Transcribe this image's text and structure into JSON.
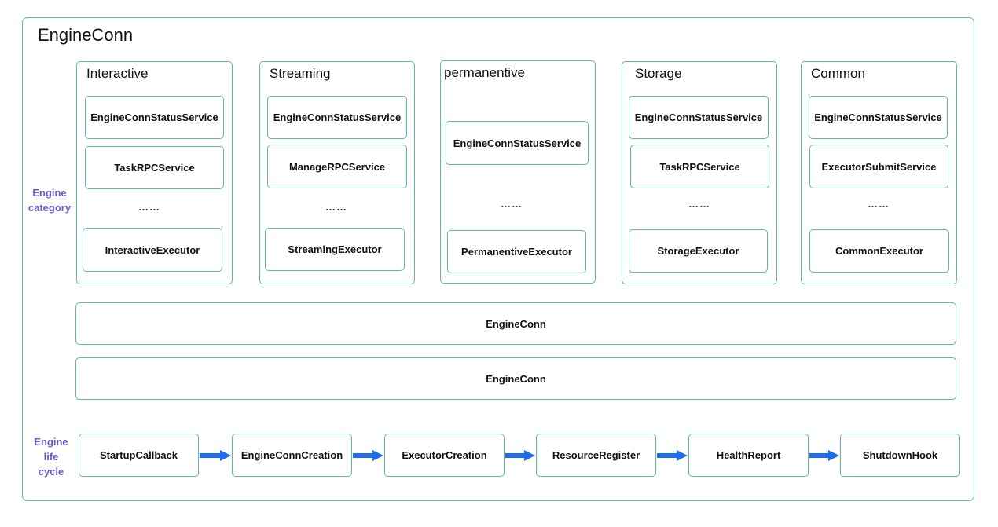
{
  "title": "EngineConn",
  "engine_category_label": [
    "Engine",
    "category"
  ],
  "engine_lifecycle_label": [
    "Engine",
    "life",
    "cycle"
  ],
  "categories": [
    {
      "title": "Interactive",
      "services": [
        "EngineConnStatusService",
        "TaskRPCService"
      ],
      "ellipsis": "……",
      "executor": "InteractiveExecutor"
    },
    {
      "title": "Streaming",
      "services": [
        "EngineConnStatusService",
        "ManageRPCService"
      ],
      "ellipsis": "……",
      "executor": "StreamingExecutor"
    },
    {
      "title": "permanentive",
      "services": [
        "EngineConnStatusService"
      ],
      "ellipsis": "……",
      "executor": "PermanentiveExecutor"
    },
    {
      "title": "Storage",
      "services": [
        "EngineConnStatusService",
        "TaskRPCService"
      ],
      "ellipsis": "……",
      "executor": "StorageExecutor"
    },
    {
      "title": "Common",
      "services": [
        "EngineConnStatusService",
        "ExecutorSubmitService"
      ],
      "ellipsis": "……",
      "executor": "CommonExecutor"
    }
  ],
  "layers": [
    "EngineConn",
    "EngineConn"
  ],
  "lifecycle": [
    "StartupCallback",
    "EngineConnCreation",
    "ExecutorCreation",
    "ResourceRegister",
    "HealthReport",
    "ShutdownHook"
  ],
  "colors": {
    "border": "#5fb8ad",
    "label": "#6a5acd",
    "arrow": "#1e6cf0"
  }
}
